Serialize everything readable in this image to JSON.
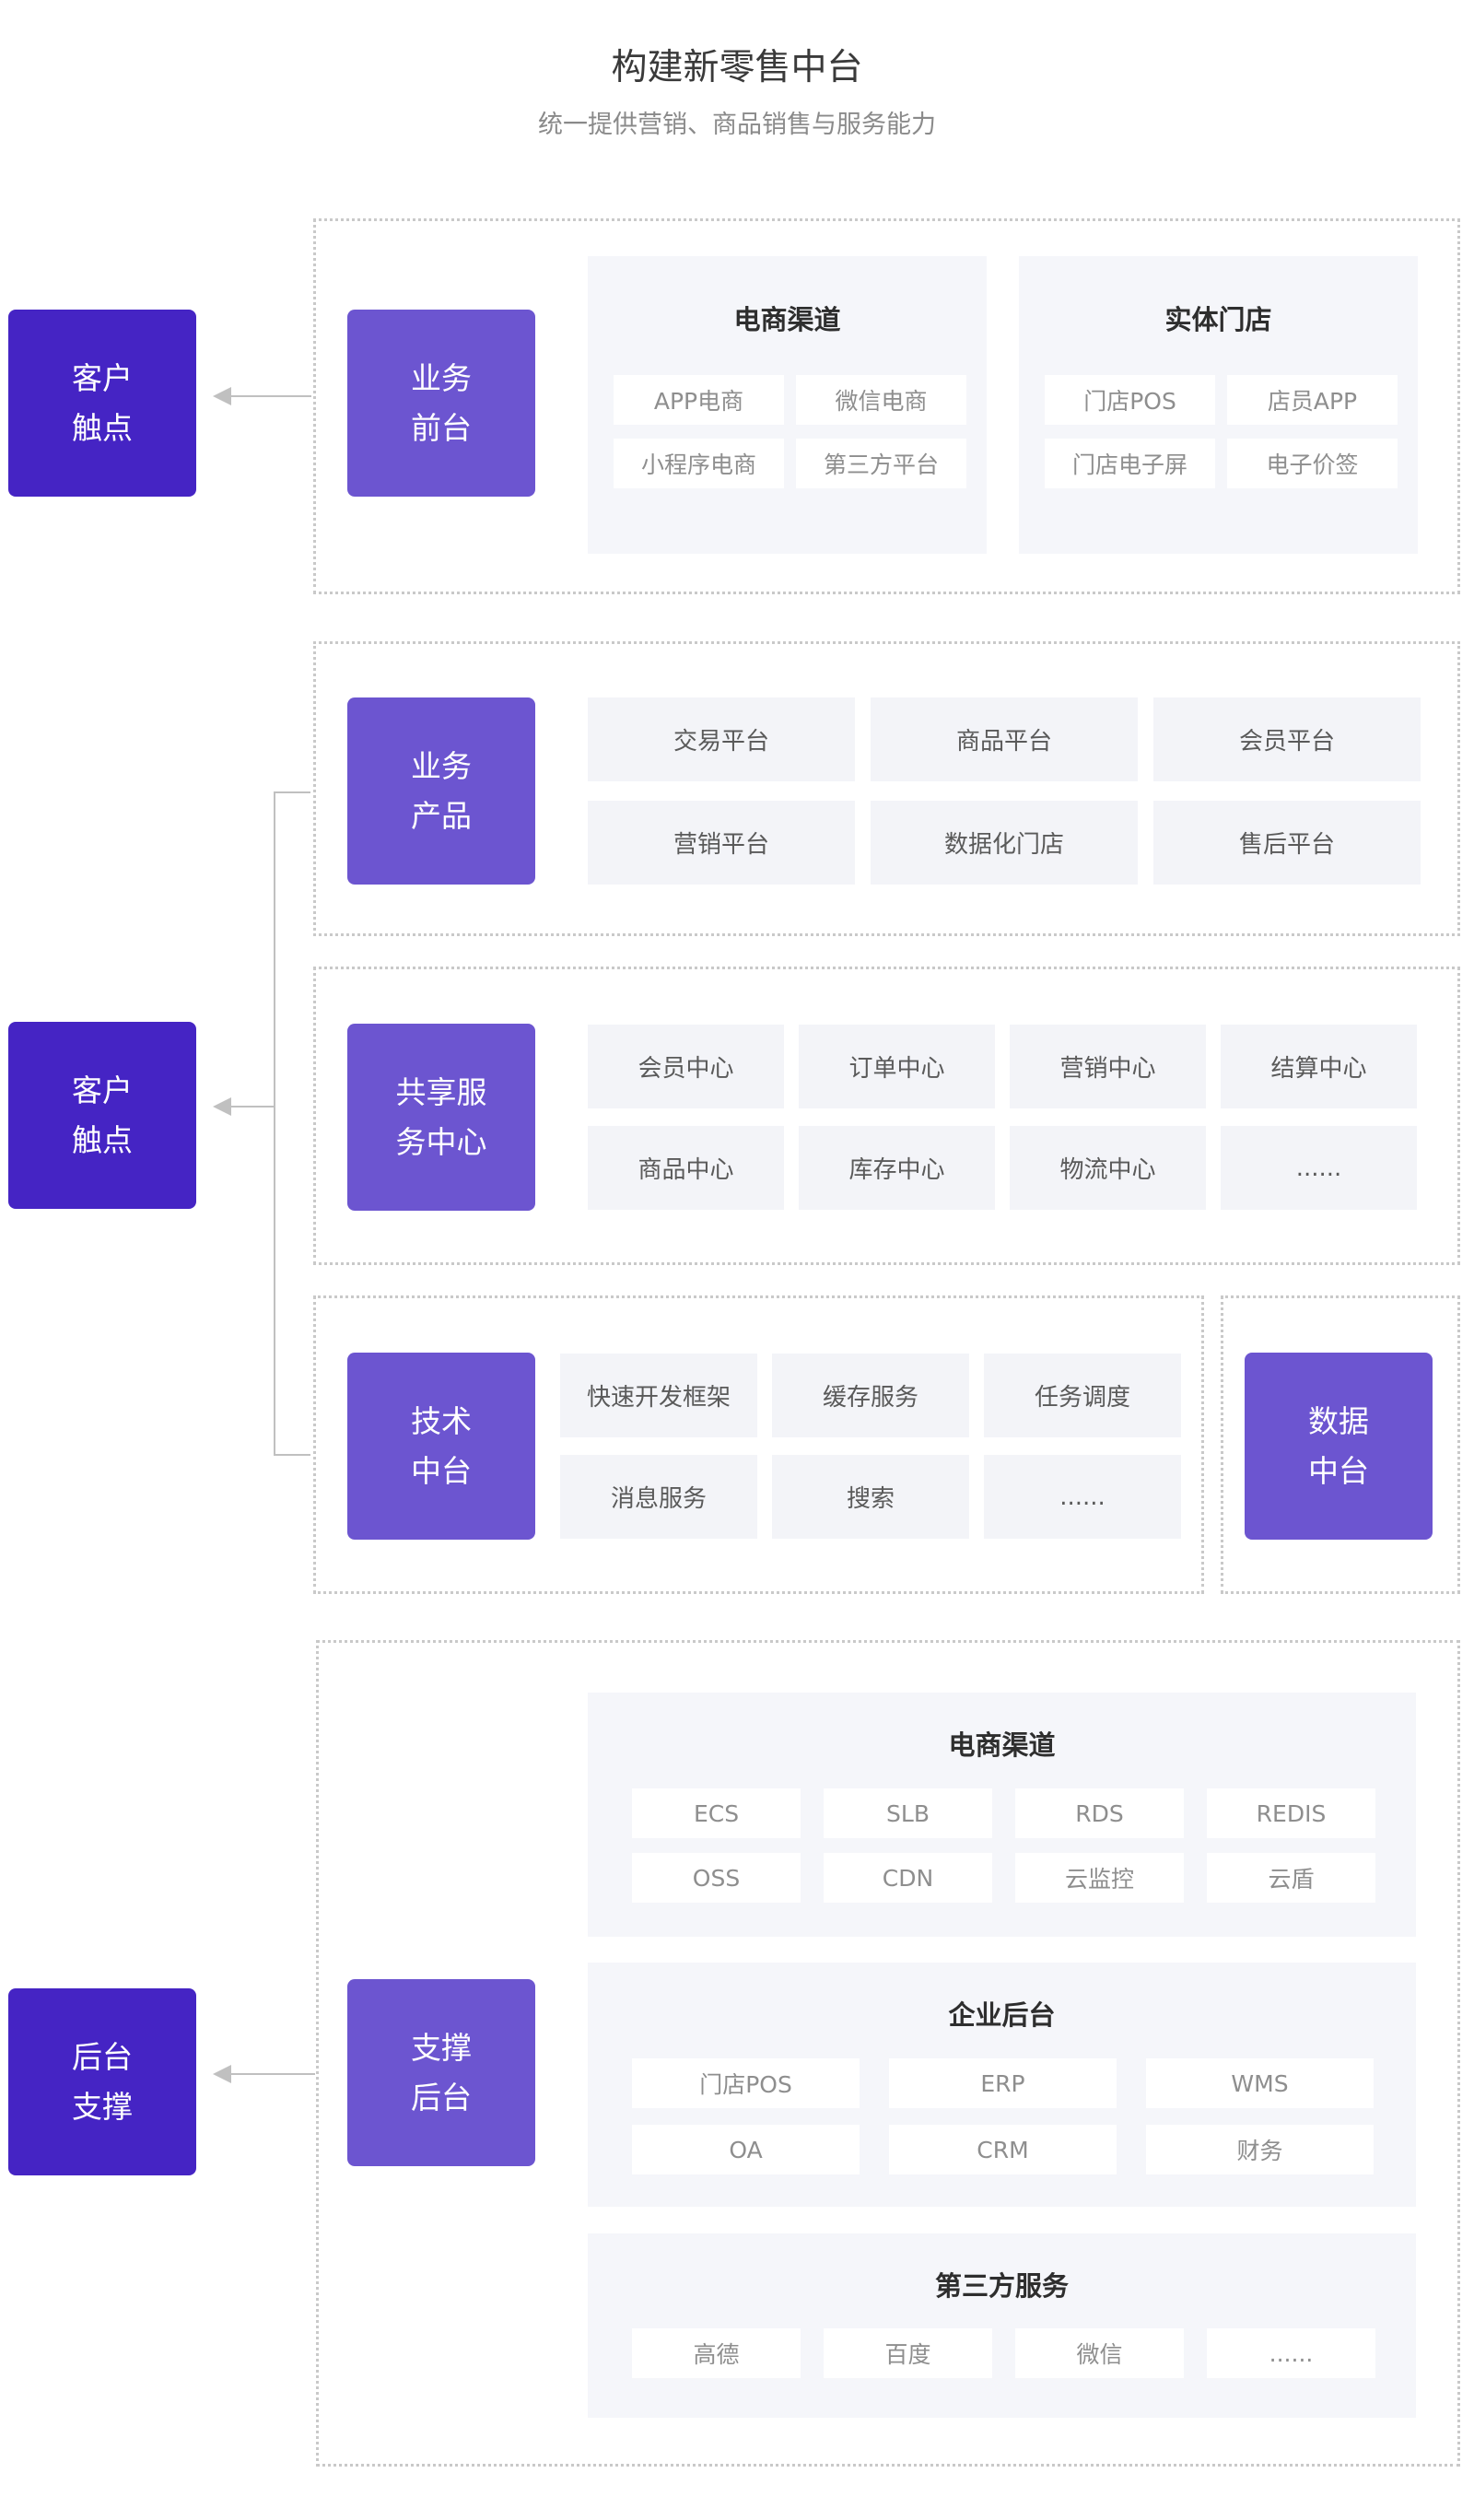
{
  "header": {
    "title": "构建新零售中台",
    "subtitle": "统一提供营销、商品销售与服务能力"
  },
  "colors": {
    "dark_tile": "#4524c4",
    "light_tile": "#6c55d0",
    "panel": "#f5f6fa"
  },
  "section1": {
    "left_tile": "客户\n触点",
    "inner_tile": "业务\n前台",
    "ecommerce": {
      "title": "电商渠道",
      "items": [
        "APP电商",
        "微信电商",
        "小程序电商",
        "第三方平台"
      ]
    },
    "store": {
      "title": "实体门店",
      "items": [
        "门店POS",
        "店员APP",
        "门店电子屏",
        "电子价签"
      ]
    }
  },
  "section2": {
    "left_tile": "客户\n触点",
    "products": {
      "tile": "业务\n产品",
      "items": [
        "交易平台",
        "商品平台",
        "会员平台",
        "营销平台",
        "数据化门店",
        "售后平台"
      ]
    },
    "shared": {
      "tile": "共享服\n务中心",
      "items": [
        "会员中心",
        "订单中心",
        "营销中心",
        "结算中心",
        "商品中心",
        "库存中心",
        "物流中心",
        "......"
      ]
    },
    "tech": {
      "tile": "技术\n中台",
      "items": [
        "快速开发框架",
        "缓存服务",
        "任务调度",
        "消息服务",
        "搜索",
        "......"
      ]
    },
    "data": {
      "tile": "数据\n中台"
    }
  },
  "section3": {
    "left_tile": "后台\n支撑",
    "inner_tile": "支撑\n后台",
    "ecommerce": {
      "title": "电商渠道",
      "items": [
        "ECS",
        "SLB",
        "RDS",
        "REDIS",
        "OSS",
        "CDN",
        "云监控",
        "云盾"
      ]
    },
    "enterprise": {
      "title": "企业后台",
      "items": [
        "门店POS",
        "ERP",
        "WMS",
        "OA",
        "CRM",
        "财务"
      ]
    },
    "third_party": {
      "title": "第三方服务",
      "items": [
        "高德",
        "百度",
        "微信",
        "......"
      ]
    }
  }
}
